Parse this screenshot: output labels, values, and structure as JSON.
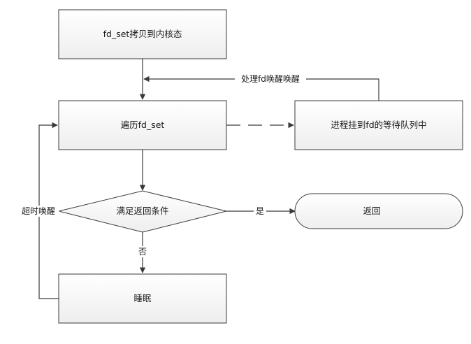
{
  "nodes": {
    "copy_fdset": "fd_set拷贝到内核态",
    "traverse": "遍历fd_set",
    "enqueue": "进程挂到fd的等待队列中",
    "condition": "满足返回条件",
    "return": "返回",
    "sleep": "睡眠"
  },
  "edges": {
    "fd_wakeup": "处理fd唤醒唤醒",
    "yes": "是",
    "no": "否",
    "timeout": "超时唤醒"
  }
}
